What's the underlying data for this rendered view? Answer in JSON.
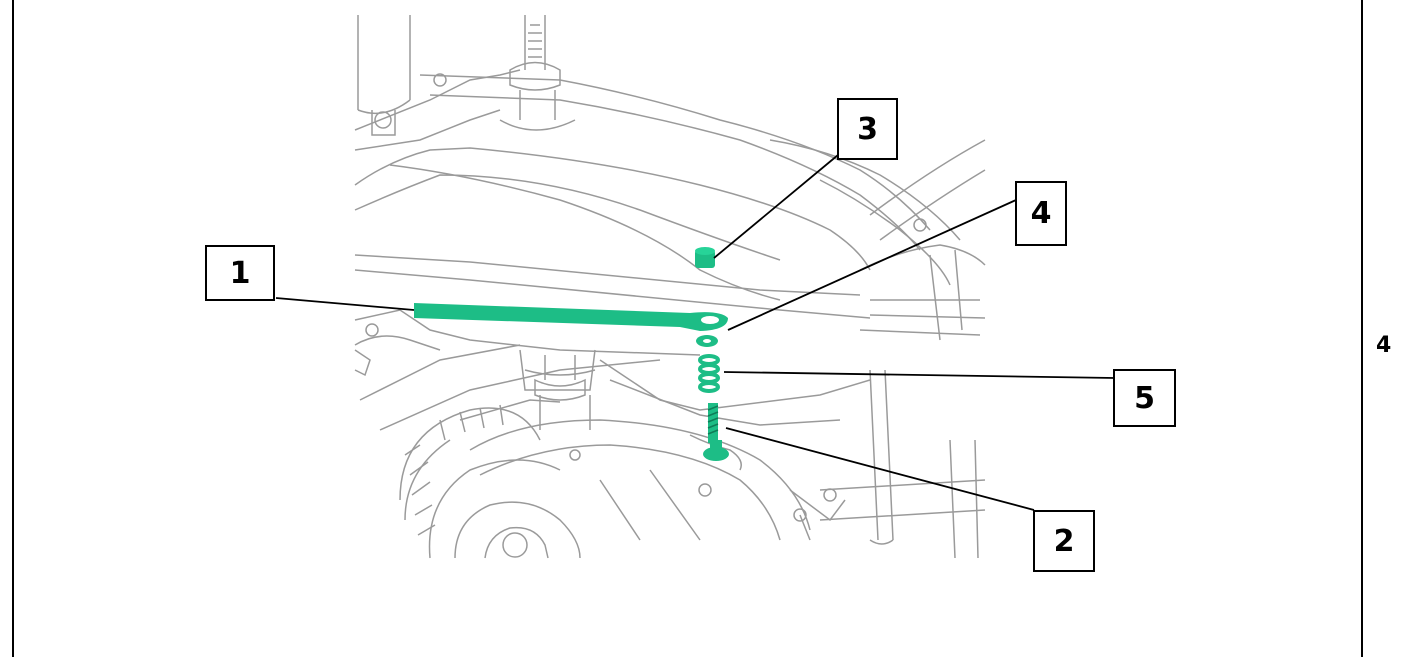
{
  "diagram": {
    "callouts": [
      {
        "id": "1",
        "label": "1"
      },
      {
        "id": "2",
        "label": "2"
      },
      {
        "id": "3",
        "label": "3"
      },
      {
        "id": "4",
        "label": "4"
      },
      {
        "id": "5",
        "label": "5"
      }
    ],
    "highlight_color": "#1dbd86",
    "line_color": "#9a9a9a"
  },
  "page": {
    "number": "4"
  }
}
